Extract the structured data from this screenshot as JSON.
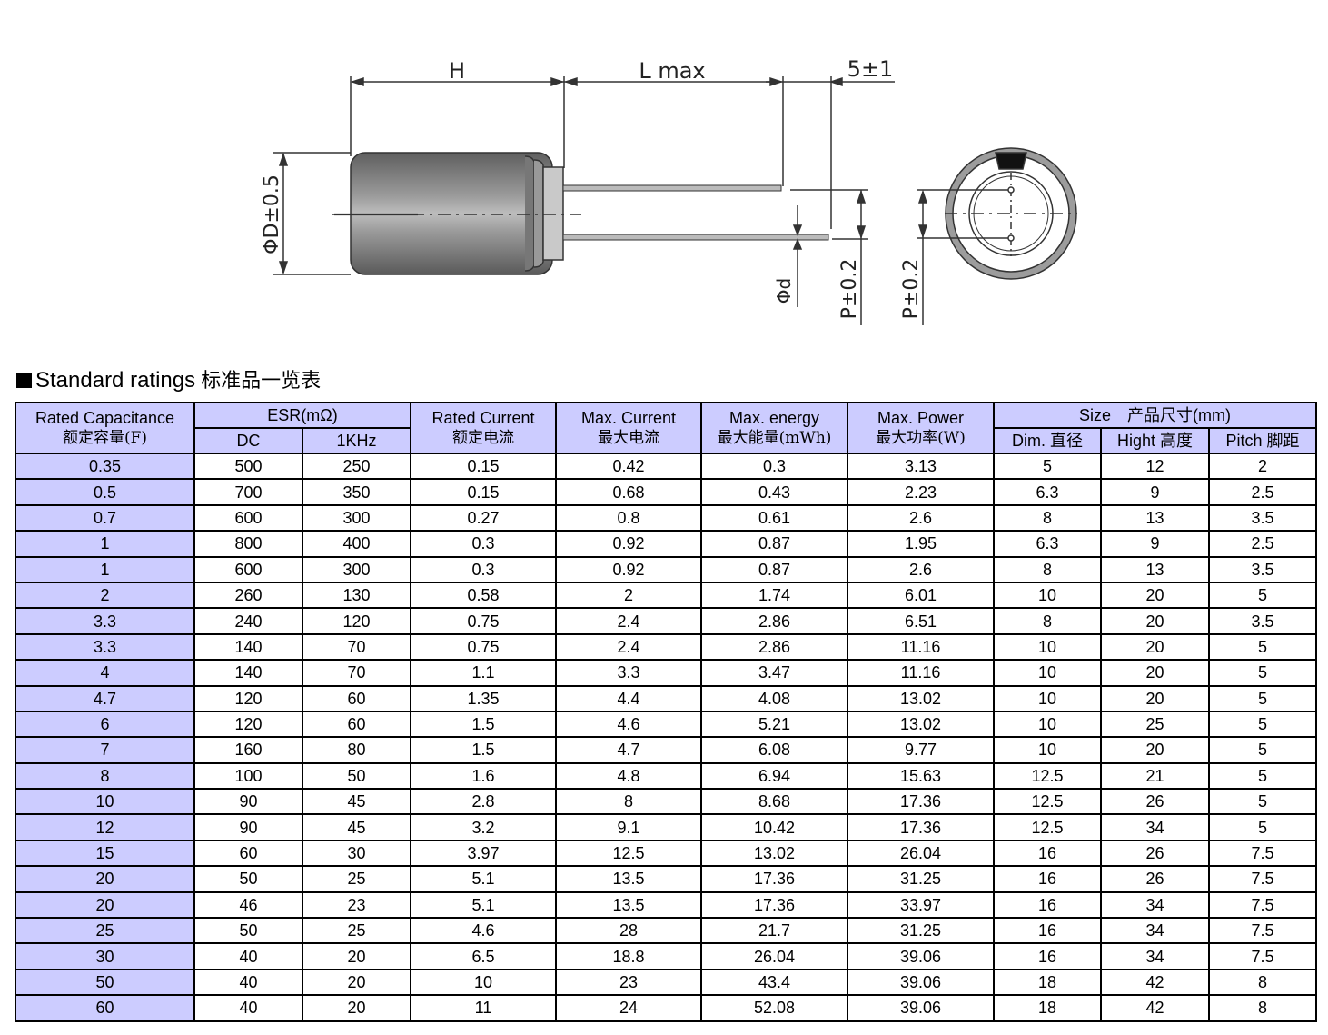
{
  "drawing": {
    "labels": {
      "h": "H",
      "l_max": "L max",
      "lead_length": "5±1",
      "diameter": "ΦD±0.5",
      "lead_diameter": "Φd",
      "pitch_side": "P±0.2",
      "pitch_end": "P±0.2"
    }
  },
  "section": {
    "title_en": "Standard ratings",
    "title_cn": "标准品一览表"
  },
  "table": {
    "headers": {
      "capacitance_en": "Rated Capacitance",
      "capacitance_cn": "额定容量(F)",
      "esr": "ESR(mΩ)",
      "esr_dc": "DC",
      "esr_1khz": "1KHz",
      "rated_current_en": "Rated Current",
      "rated_current_cn": "额定电流",
      "max_current_en": "Max. Current",
      "max_current_cn": "最大电流",
      "max_energy_en": "Max. energy",
      "max_energy_cn": "最大能量(mWh)",
      "max_power_en": "Max. Power",
      "max_power_cn": "最大功率(W)",
      "size": "Size　产品尺寸(mm)",
      "dim": "Dim. 直径",
      "height": "Hight 高度",
      "pitch": "Pitch 脚距"
    },
    "rows": [
      [
        "0.35",
        "500",
        "250",
        "0.15",
        "0.42",
        "0.3",
        "3.13",
        "5",
        "12",
        "2"
      ],
      [
        "0.5",
        "700",
        "350",
        "0.15",
        "0.68",
        "0.43",
        "2.23",
        "6.3",
        "9",
        "2.5"
      ],
      [
        "0.7",
        "600",
        "300",
        "0.27",
        "0.8",
        "0.61",
        "2.6",
        "8",
        "13",
        "3.5"
      ],
      [
        "1",
        "800",
        "400",
        "0.3",
        "0.92",
        "0.87",
        "1.95",
        "6.3",
        "9",
        "2.5"
      ],
      [
        "1",
        "600",
        "300",
        "0.3",
        "0.92",
        "0.87",
        "2.6",
        "8",
        "13",
        "3.5"
      ],
      [
        "2",
        "260",
        "130",
        "0.58",
        "2",
        "1.74",
        "6.01",
        "10",
        "20",
        "5"
      ],
      [
        "3.3",
        "240",
        "120",
        "0.75",
        "2.4",
        "2.86",
        "6.51",
        "8",
        "20",
        "3.5"
      ],
      [
        "3.3",
        "140",
        "70",
        "0.75",
        "2.4",
        "2.86",
        "11.16",
        "10",
        "20",
        "5"
      ],
      [
        "4",
        "140",
        "70",
        "1.1",
        "3.3",
        "3.47",
        "11.16",
        "10",
        "20",
        "5"
      ],
      [
        "4.7",
        "120",
        "60",
        "1.35",
        "4.4",
        "4.08",
        "13.02",
        "10",
        "20",
        "5"
      ],
      [
        "6",
        "120",
        "60",
        "1.5",
        "4.6",
        "5.21",
        "13.02",
        "10",
        "25",
        "5"
      ],
      [
        "7",
        "160",
        "80",
        "1.5",
        "4.7",
        "6.08",
        "9.77",
        "10",
        "20",
        "5"
      ],
      [
        "8",
        "100",
        "50",
        "1.6",
        "4.8",
        "6.94",
        "15.63",
        "12.5",
        "21",
        "5"
      ],
      [
        "10",
        "90",
        "45",
        "2.8",
        "8",
        "8.68",
        "17.36",
        "12.5",
        "26",
        "5"
      ],
      [
        "12",
        "90",
        "45",
        "3.2",
        "9.1",
        "10.42",
        "17.36",
        "12.5",
        "34",
        "5"
      ],
      [
        "15",
        "60",
        "30",
        "3.97",
        "12.5",
        "13.02",
        "26.04",
        "16",
        "26",
        "7.5"
      ],
      [
        "20",
        "50",
        "25",
        "5.1",
        "13.5",
        "17.36",
        "31.25",
        "16",
        "26",
        "7.5"
      ],
      [
        "20",
        "46",
        "23",
        "5.1",
        "13.5",
        "17.36",
        "33.97",
        "16",
        "34",
        "7.5"
      ],
      [
        "25",
        "50",
        "25",
        "4.6",
        "28",
        "21.7",
        "31.25",
        "16",
        "34",
        "7.5"
      ],
      [
        "30",
        "40",
        "20",
        "6.5",
        "18.8",
        "26.04",
        "39.06",
        "16",
        "34",
        "7.5"
      ],
      [
        "50",
        "40",
        "20",
        "10",
        "23",
        "43.4",
        "39.06",
        "18",
        "42",
        "8"
      ],
      [
        "60",
        "40",
        "20",
        "11",
        "24",
        "52.08",
        "39.06",
        "18",
        "42",
        "8"
      ]
    ]
  }
}
